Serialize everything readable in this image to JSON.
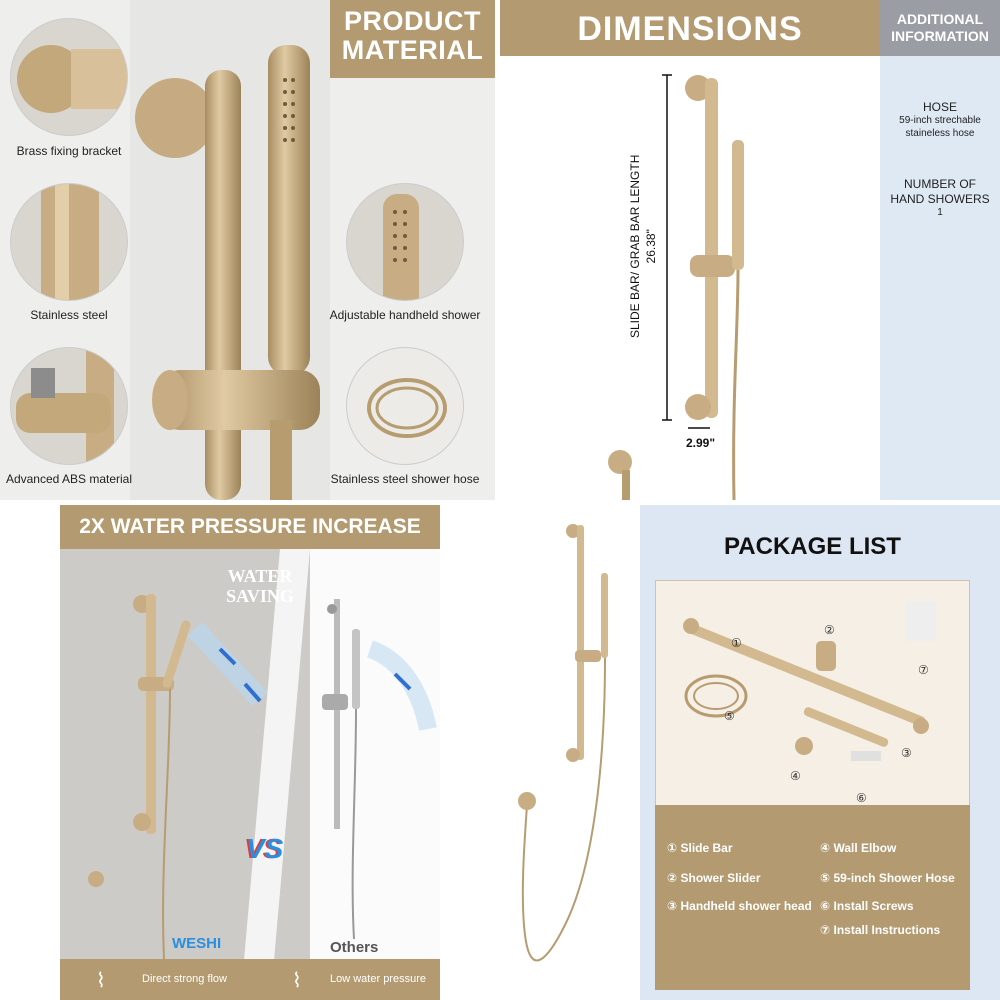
{
  "material": {
    "title_line1": "PRODUCT",
    "title_line2": "MATERIAL",
    "captions": {
      "bracket": "Brass fixing bracket",
      "steel": "Stainless steel",
      "abs": "Advanced ABS material",
      "handheld": "Adjustable handheld shower",
      "hose": "Stainless steel shower hose"
    }
  },
  "dimensions": {
    "title": "DIMENSIONS",
    "bar_label_line1": "SLIDE BAR/ GRAB BAR LENGTH",
    "bar_label_line2": "26.38\"",
    "width_label": "2.99\"",
    "additional": {
      "title_line1": "ADDITIONAL",
      "title_line2": "INFORMATION",
      "hose_label": "HOSE",
      "hose_value_line1": "59-inch strechable",
      "hose_value_line2": "staineless hose",
      "count_label_line1": "NUMBER OF",
      "count_label_line2": "HAND SHOWERS",
      "count_value": "1"
    }
  },
  "pressure": {
    "title": "2X WATER PRESSURE INCREASE",
    "water_line1": "WATER",
    "water_line2": "SAVING",
    "vs": "VS",
    "brand": "WESHI",
    "others": "Others",
    "foot_left": "Direct strong flow",
    "foot_right": "Low water pressure"
  },
  "package": {
    "title": "PACKAGE LIST",
    "markers": [
      "①",
      "②",
      "③",
      "④",
      "⑤",
      "⑥",
      "⑦"
    ],
    "items": [
      "① Slide Bar",
      "② Shower Slider",
      "③ Handheld shower head",
      "④ Wall Elbow",
      "⑤ 59-inch Shower Hose",
      "⑥ Install Screws",
      "⑦ Install Instructions"
    ]
  },
  "colors": {
    "gold": "#b39a70",
    "brass": "#c8ad84",
    "blue_panel": "#dfe9f4"
  }
}
